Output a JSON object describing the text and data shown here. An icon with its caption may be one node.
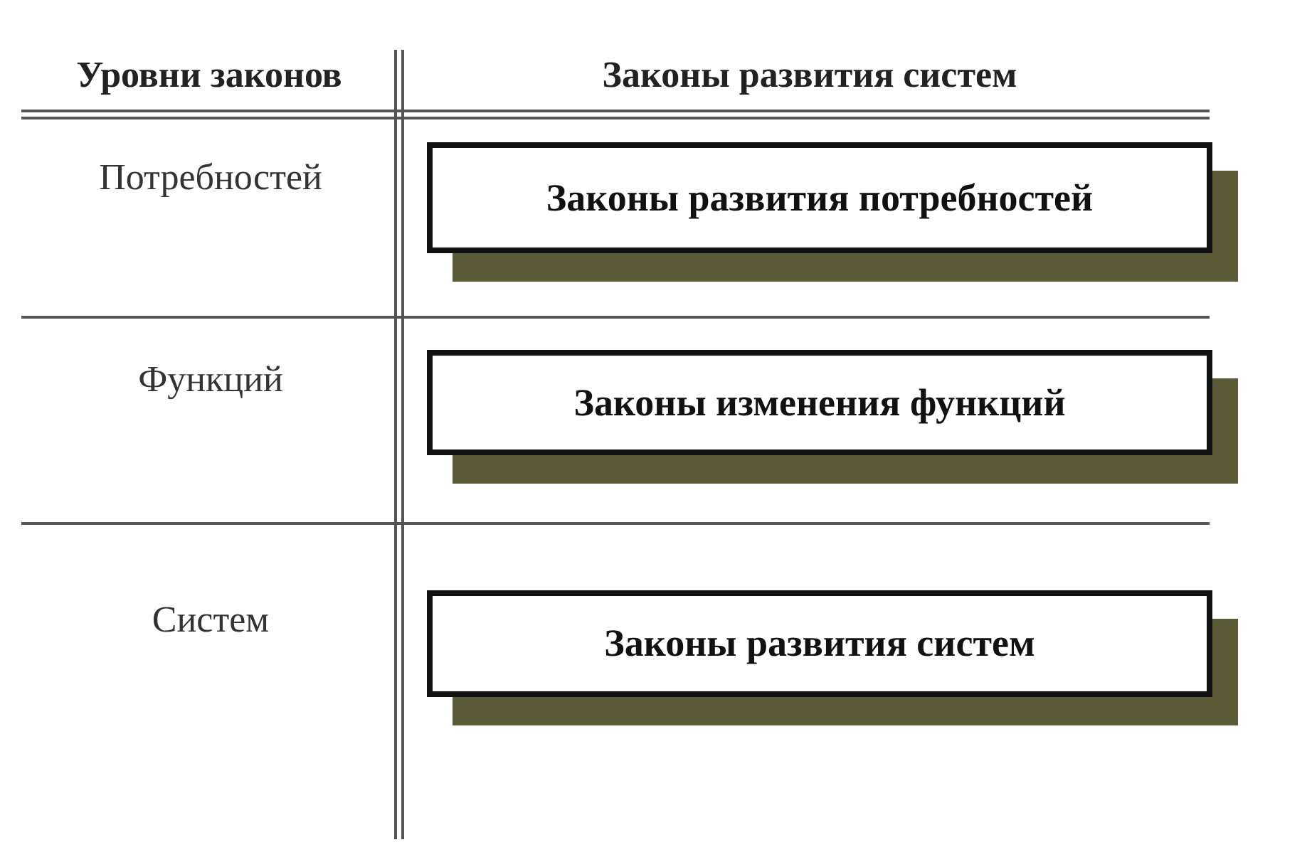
{
  "diagram": {
    "nodes": [
      {
        "text": [
          "Законы развития потребностей"
        ]
      },
      {
        "text": [
          "Законы изменения функций"
        ]
      },
      {
        "text": [
          "Законы развития систем"
        ]
      }
    ],
    "labels": [
      "Уровни законов",
      "Законы развития систем",
      "Потребностей",
      "Функций",
      "Систем"
    ]
  }
}
